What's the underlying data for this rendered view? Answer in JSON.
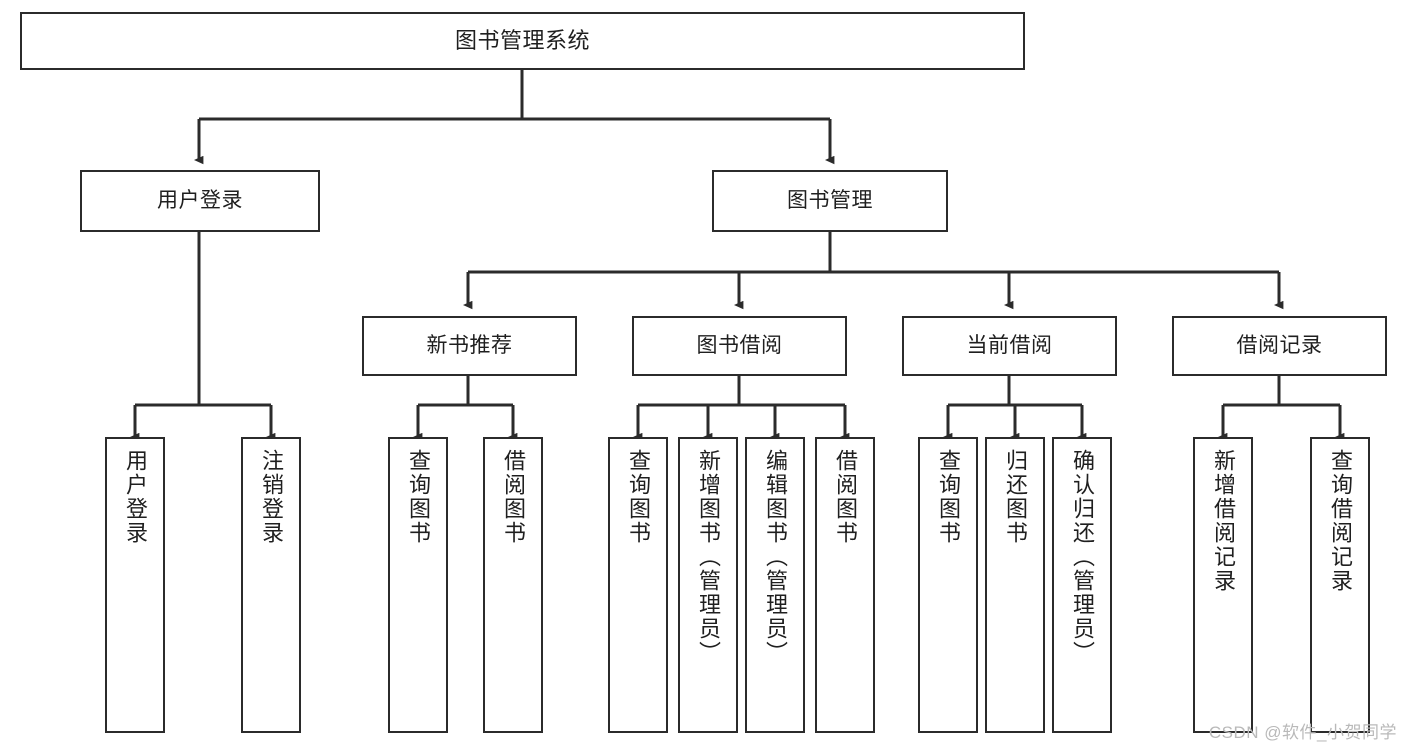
{
  "diagram": {
    "type": "tree-hierarchy",
    "title": "图书管理系统",
    "watermark": "CSDN @软件_小贺同学",
    "colors": {
      "stroke": "#2b2b2b",
      "fill": "#ffffff",
      "text": "#1f1f1f",
      "watermark": "#b9b9b9"
    },
    "nodes": {
      "root": {
        "label": "图书管理系统"
      },
      "level1": [
        {
          "id": "user-login",
          "label": "用户登录"
        },
        {
          "id": "book-management",
          "label": "图书管理"
        }
      ],
      "level2": [
        {
          "id": "new-book-recommend",
          "label": "新书推荐"
        },
        {
          "id": "book-borrow",
          "label": "图书借阅"
        },
        {
          "id": "current-borrow",
          "label": "当前借阅"
        },
        {
          "id": "borrow-record",
          "label": "借阅记录"
        }
      ],
      "leaves": {
        "user-login": [
          {
            "id": "leaf-user-login",
            "label": "用户登录"
          },
          {
            "id": "leaf-logout-login",
            "label": "注销登录"
          }
        ],
        "new-book-recommend": [
          {
            "id": "leaf-query-book-1",
            "label": "查询图书"
          },
          {
            "id": "leaf-borrow-book-1",
            "label": "借阅图书"
          }
        ],
        "book-borrow": [
          {
            "id": "leaf-query-book-2",
            "label": "查询图书"
          },
          {
            "id": "leaf-add-book",
            "label": "新增图书（管理员）"
          },
          {
            "id": "leaf-edit-book",
            "label": "编辑图书（管理员）"
          },
          {
            "id": "leaf-borrow-book-2",
            "label": "借阅图书"
          }
        ],
        "current-borrow": [
          {
            "id": "leaf-query-book-3",
            "label": "查询图书"
          },
          {
            "id": "leaf-return-book",
            "label": "归还图书"
          },
          {
            "id": "leaf-confirm-return",
            "label": "确认归还（管理员）"
          }
        ],
        "borrow-record": [
          {
            "id": "leaf-add-record",
            "label": "新增借阅记录"
          },
          {
            "id": "leaf-query-record",
            "label": "查询借阅记录"
          }
        ]
      }
    }
  }
}
